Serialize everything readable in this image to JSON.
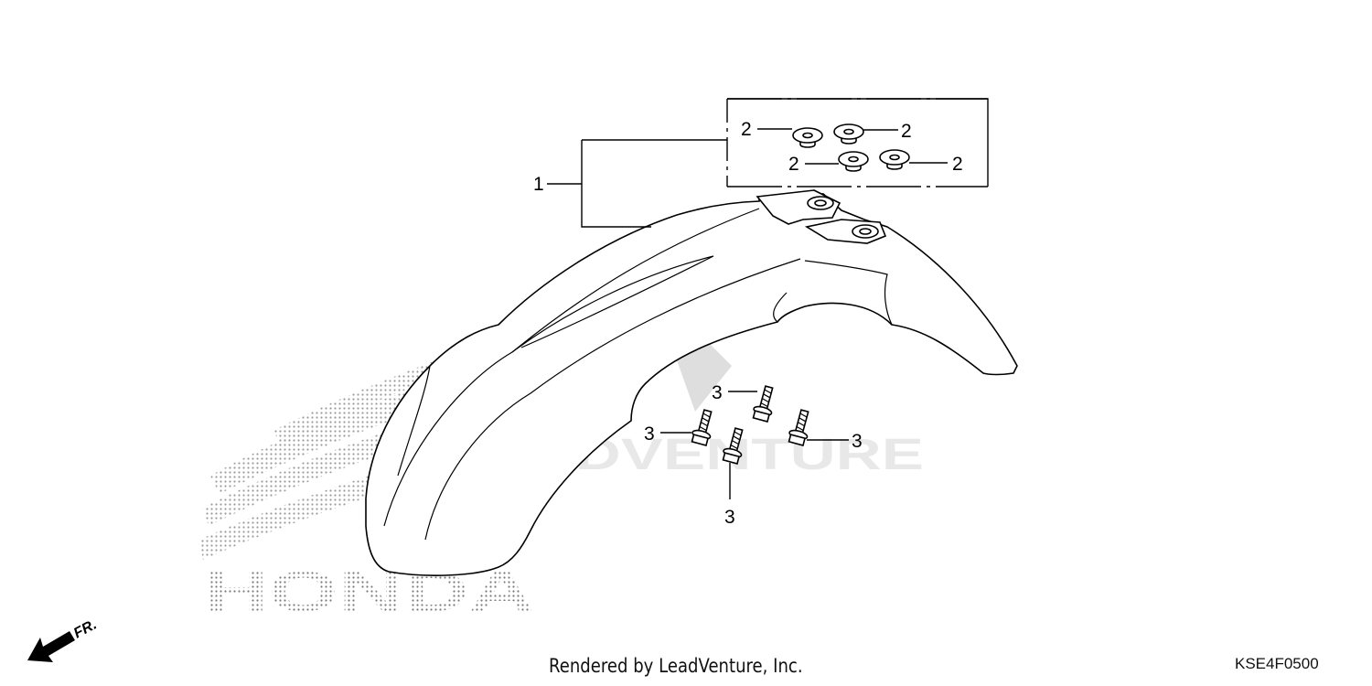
{
  "diagram": {
    "callouts": {
      "fender": "1",
      "setting_rubber": "2",
      "bolt": "3"
    },
    "watermarks": {
      "brand": "HONDA",
      "renderer": "LEADVENTURE"
    },
    "direction_label": "FR.",
    "credit": "Rendered by LeadVenture, Inc.",
    "diagram_code": "KSE4F0500"
  }
}
